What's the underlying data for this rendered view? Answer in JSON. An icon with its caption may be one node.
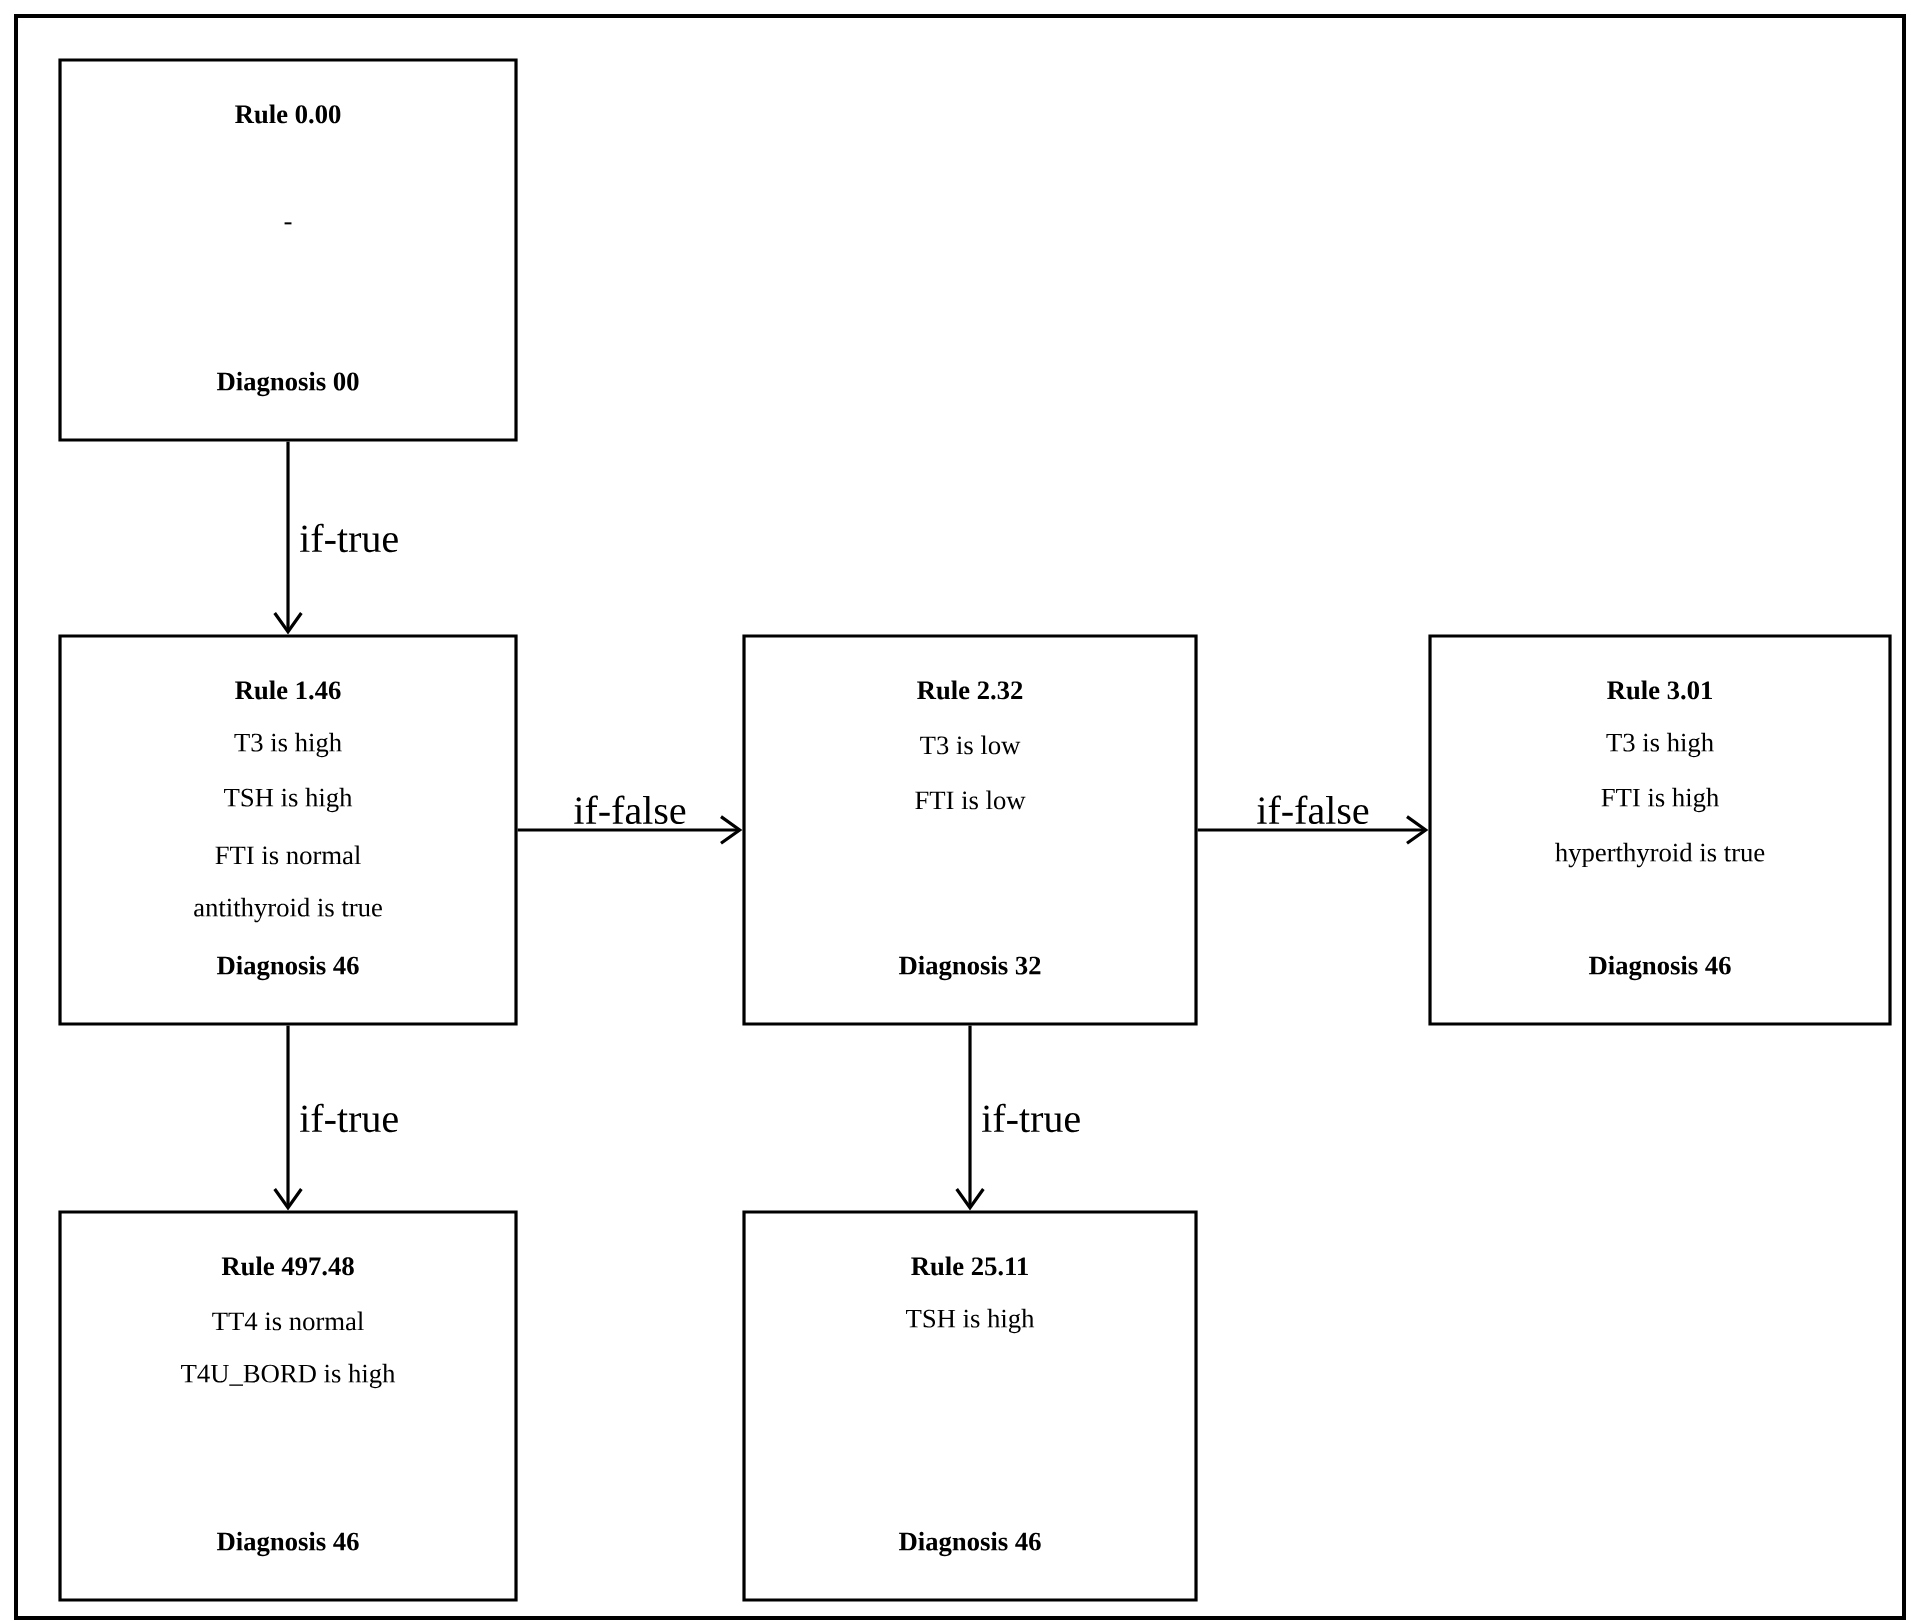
{
  "diagram": {
    "nodes": [
      {
        "text": [
          "Rule 0.00",
          "-",
          "Diagnosis 00"
        ]
      },
      {
        "text": [
          "Rule 1.46",
          "T3 is high",
          "TSH is high",
          "FTI is normal",
          "antithyroid is true",
          "Diagnosis 46"
        ]
      },
      {
        "text": [
          "Rule 2.32",
          "T3 is low",
          "FTI is low",
          "Diagnosis 32"
        ]
      },
      {
        "text": [
          "Rule 3.01",
          "T3 is high",
          "FTI is high",
          "hyperthyroid is true",
          "Diagnosis 46"
        ]
      },
      {
        "text": [
          "Rule 497.48",
          "TT4 is normal",
          "T4U_BORD is high",
          "Diagnosis 46"
        ]
      },
      {
        "text": [
          "Rule 25.11",
          "TSH is high",
          "Diagnosis 46"
        ]
      }
    ],
    "edges": [
      {
        "from": 0,
        "to": 1,
        "arrow": "to",
        "label": "if-true"
      },
      {
        "from": 1,
        "to": 2,
        "arrow": "to",
        "label": "if-false"
      },
      {
        "from": 2,
        "to": 3,
        "arrow": "to",
        "label": "if-false"
      },
      {
        "from": 1,
        "to": 4,
        "arrow": "to",
        "label": "if-true"
      },
      {
        "from": 2,
        "to": 5,
        "arrow": "to",
        "label": "if-true"
      }
    ]
  }
}
